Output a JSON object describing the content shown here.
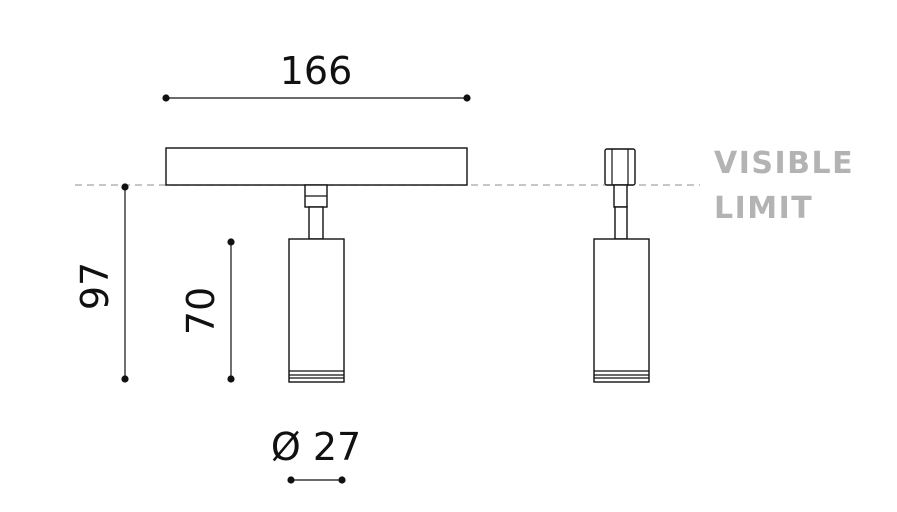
{
  "dimensions": {
    "width": "166",
    "total_height": "97",
    "head_height": "70",
    "diameter": "Ø 27"
  },
  "visible_limit": {
    "line1": "VISIBLE",
    "line2": "LIMIT",
    "color": "#b3b3b3"
  },
  "colors": {
    "ink": "#111111",
    "limit_line": "#b3b3b3"
  }
}
